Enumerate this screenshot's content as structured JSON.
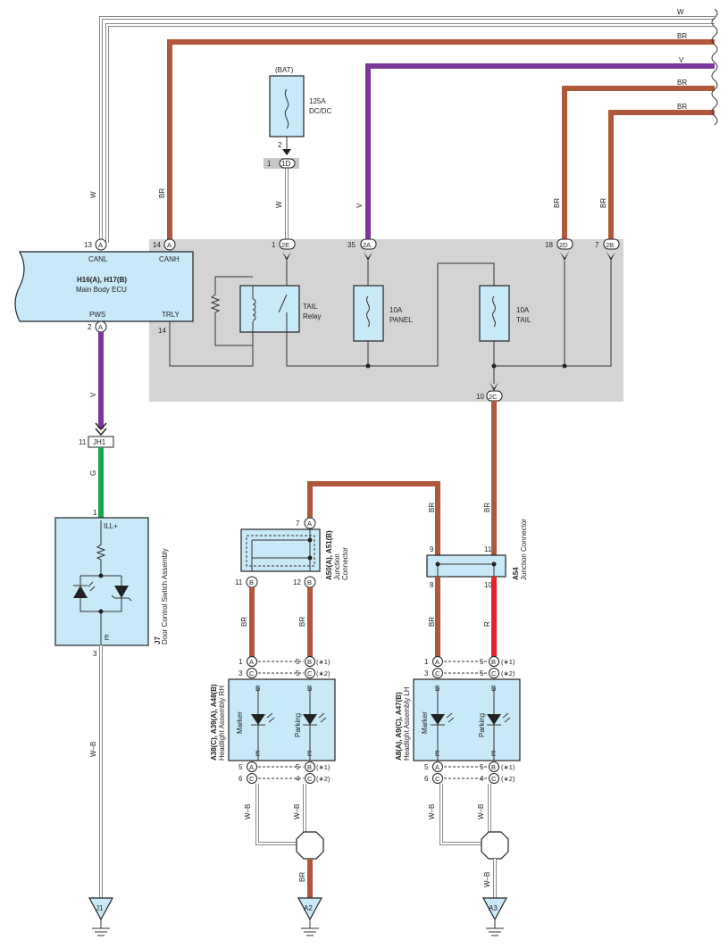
{
  "wire_colors": {
    "top_w": "W",
    "top_br1": "BR",
    "top_v": "V",
    "top_br2": "BR",
    "top_br3": "BR",
    "canl": "W",
    "canh": "BR",
    "bat_wire": "W",
    "panel_wire": "V",
    "tail_18": "BR",
    "tail_7": "BR",
    "pws": "V",
    "jh1_down": "G",
    "j7_down": "W–B",
    "a54_9": "BR",
    "a54_11": "BR",
    "a54_8": "BR",
    "a54_10": "R",
    "a50_11": "BR",
    "a50_12": "BR",
    "rh_wb1": "W–B",
    "rh_wb2": "W–B",
    "rh_gnd": "BR",
    "lh_wb1": "W–B",
    "lh_wb2": "W–B",
    "lh_gnd": "W–B"
  },
  "colors": {
    "BR": "#b0583a",
    "V": "#7d3798",
    "G": "#1aa64a",
    "R": "#e8202a",
    "W": "#888888",
    "box": "#c8e9f8",
    "junction_block": "#d4d4d5"
  },
  "battery": {
    "label": "(BAT)",
    "fuse_rating": "125A",
    "fuse_name": "DC/DC",
    "pin_num": "2",
    "connector_pin": "1",
    "connector": "1D"
  },
  "ecu": {
    "ref": "H16(A), H17(B)",
    "name": "Main Body ECU",
    "canl_label": "CANL",
    "canh_label": "CANH",
    "pws_label": "PWS",
    "trly_label": "TRLY",
    "canl_pin": "13",
    "canl_conn": "A",
    "canh_pin": "14",
    "canh_conn": "A",
    "pws_pin": "2",
    "pws_conn": "A",
    "trly_pin": "14"
  },
  "junction_block": {
    "pin_2e": "1",
    "conn_2e": "2E",
    "pin_2a": "35",
    "conn_2a": "2A",
    "pin_2d": "18",
    "conn_2d": "2D",
    "pin_2b": "7",
    "conn_2b": "2B",
    "pin_2c": "10",
    "conn_2c": "2C",
    "relay_name": "TAIL",
    "relay_sub": "Relay",
    "fuse1_rating": "10A",
    "fuse1_name": "PANEL",
    "fuse2_rating": "10A",
    "fuse2_name": "TAIL"
  },
  "jh1": {
    "pin": "11",
    "name": "JH1"
  },
  "door_switch": {
    "ref": "J7",
    "name": "Door Control Switch Assembly",
    "pin_top": "1",
    "label_top": "ILL+",
    "label_bottom": "E",
    "pin_bottom": "3"
  },
  "a50": {
    "ref": "A50(A), A51(B)",
    "name_l1": "Junction",
    "name_l2": "Connector",
    "pin_top": "7",
    "conn_top": "A",
    "pin_bl": "11",
    "conn_bl": "B",
    "pin_br": "12",
    "conn_br": "B"
  },
  "a54": {
    "ref": "A54",
    "name": "Junction Connector",
    "pin_tl": "9",
    "pin_tr": "11",
    "pin_bl": "8",
    "pin_br": "10"
  },
  "headlight_rh": {
    "ref": "A38(C), A39(A), A48(B)",
    "name": "Headlight Assembly RH",
    "top_row1_left_pin": "1",
    "top_row1_left_conn": "A",
    "top_row1_right_num": "5",
    "top_row1_right_conn": "B",
    "top_row1_note": "(∗1)",
    "top_row2_left_pin": "3",
    "top_row2_left_conn": "C",
    "top_row2_right_num": "5",
    "top_row2_right_conn": "C",
    "top_row2_note": "(∗2)",
    "b_left": "B",
    "b_right": "B",
    "marker": "Marker",
    "parking": "Parking",
    "e_left": "E",
    "e_right": "E",
    "bot_row1_left_pin": "5",
    "bot_row1_left_conn": "A",
    "bot_row1_right_num": "5",
    "bot_row1_right_conn": "B",
    "bot_row1_note": "(∗1)",
    "bot_row2_left_pin": "6",
    "bot_row2_left_conn": "C",
    "bot_row2_right_num": "4",
    "bot_row2_right_conn": "C",
    "bot_row2_note": "(∗2)"
  },
  "headlight_lh": {
    "ref": "A8(A), A9(C), A47(B)",
    "name": "Headlight Assembly LH",
    "top_row1_left_pin": "1",
    "top_row1_left_conn": "A",
    "top_row1_right_num": "5",
    "top_row1_right_conn": "B",
    "top_row1_note": "(∗1)",
    "top_row2_left_pin": "3",
    "top_row2_left_conn": "C",
    "top_row2_right_num": "5",
    "top_row2_right_conn": "C",
    "top_row2_note": "(∗2)",
    "b_left": "B",
    "b_right": "B",
    "marker": "Marker",
    "parking": "Parking",
    "e_left": "E",
    "e_right": "E",
    "bot_row1_left_pin": "5",
    "bot_row1_left_conn": "A",
    "bot_row1_right_num": "5",
    "bot_row1_right_conn": "B",
    "bot_row1_note": "(∗1)",
    "bot_row2_left_pin": "6",
    "bot_row2_left_conn": "C",
    "bot_row2_right_num": "4",
    "bot_row2_right_conn": "C",
    "bot_row2_note": "(∗2)"
  },
  "grounds": {
    "j1": "J1",
    "a2": "A2",
    "a3": "A3"
  }
}
